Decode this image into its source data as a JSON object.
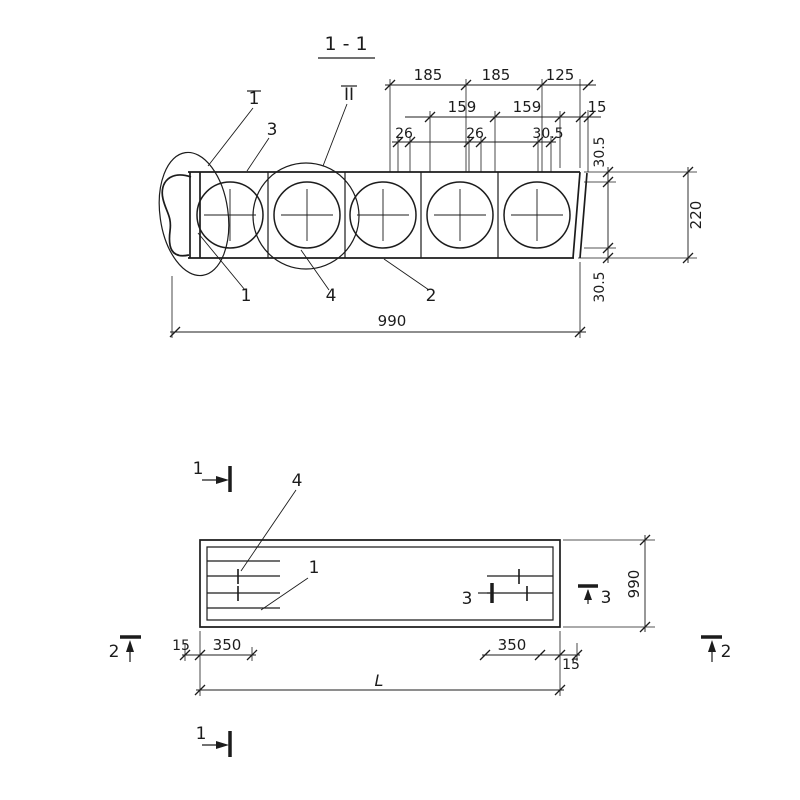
{
  "title": "1 - 1",
  "section_view": {
    "callouts": {
      "detail_oval": "1",
      "surface": "3",
      "detail_circle": "II",
      "loop": "1",
      "core_detail": "4",
      "slab": "2"
    },
    "dims": {
      "top": [
        "185",
        "185",
        "125"
      ],
      "mid": [
        "159",
        "159",
        "15"
      ],
      "inner": [
        "26",
        "26",
        "30.5"
      ],
      "right_inner_top": "30.5",
      "right_outer": "220",
      "right_inner_bottom": "30.5",
      "width": "990"
    }
  },
  "plan_view": {
    "callouts": {
      "strand_anchor": "4",
      "strand": "1"
    },
    "section_marks": {
      "s1_top": "1",
      "s1_bottom": "1",
      "s2_left": "2",
      "s2_right": "2",
      "s3_left": "3",
      "s3_right": "3"
    },
    "dims": {
      "left_offset": "15",
      "left_inset": "350",
      "right_inset": "350",
      "right_offset": "15",
      "length": "L",
      "width": "990"
    }
  }
}
